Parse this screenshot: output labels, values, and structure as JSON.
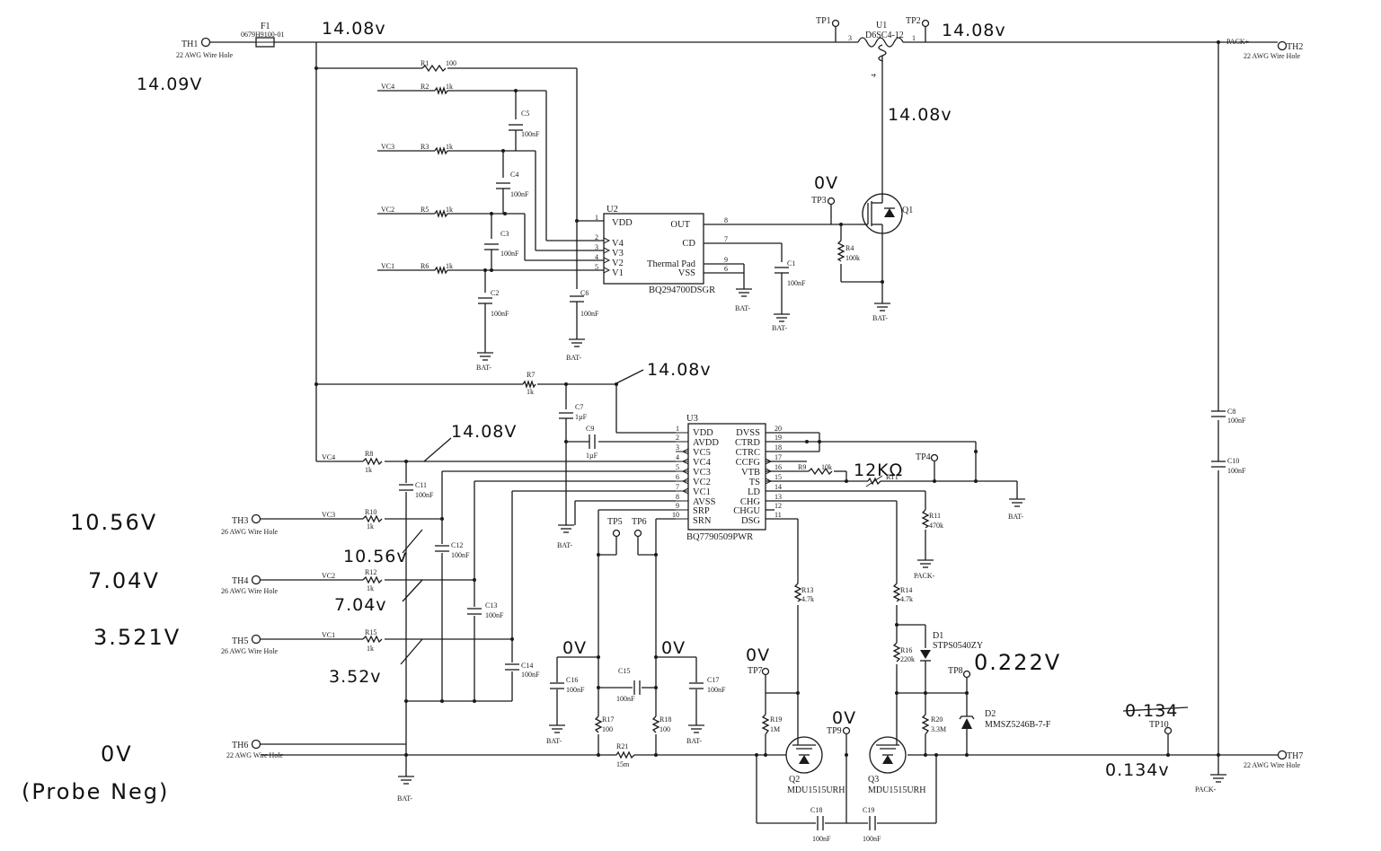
{
  "terminals": {
    "th1": {
      "ref": "TH1",
      "desc": "22 AWG Wire Hole"
    },
    "th2": {
      "ref": "TH2",
      "desc": "22 AWG Wire Hole",
      "net": "PACK+"
    },
    "th3": {
      "ref": "TH3",
      "desc": "26 AWG Wire Hole",
      "net": "VC3"
    },
    "th4": {
      "ref": "TH4",
      "desc": "26 AWG Wire Hole",
      "net": "VC2"
    },
    "th5": {
      "ref": "TH5",
      "desc": "26 AWG Wire Hole",
      "net": "VC1"
    },
    "th6": {
      "ref": "TH6",
      "desc": "22 AWG Wire Hole"
    },
    "th7": {
      "ref": "TH7",
      "desc": "22 AWG Wire Hole"
    }
  },
  "fuse": {
    "ref": "F1",
    "part": "0679H9100-01"
  },
  "u1": {
    "ref": "U1",
    "part": "D6SC4-12",
    "pin1": "1",
    "pin3": "3",
    "pin4": "4"
  },
  "u2": {
    "ref": "U2",
    "part": "BQ294700DSGR",
    "pins_left": [
      {
        "num": "1",
        "name": "VDD"
      },
      {
        "num": "2",
        "name": "V4"
      },
      {
        "num": "3",
        "name": "V3"
      },
      {
        "num": "4",
        "name": "V2"
      },
      {
        "num": "5",
        "name": "V1"
      }
    ],
    "pins_right": [
      {
        "num": "8",
        "name": "OUT"
      },
      {
        "num": "7",
        "name": "CD"
      },
      {
        "num": "9",
        "name": "Thermal Pad"
      },
      {
        "num": "6",
        "name": "VSS"
      }
    ]
  },
  "u3": {
    "ref": "U3",
    "part": "BQ7790509PWR",
    "pins_left": [
      {
        "num": "1",
        "name": "VDD"
      },
      {
        "num": "2",
        "name": "AVDD"
      },
      {
        "num": "3",
        "name": "VC5"
      },
      {
        "num": "4",
        "name": "VC4"
      },
      {
        "num": "5",
        "name": "VC3"
      },
      {
        "num": "6",
        "name": "VC2"
      },
      {
        "num": "7",
        "name": "VC1"
      },
      {
        "num": "8",
        "name": "AVSS"
      },
      {
        "num": "9",
        "name": "SRP"
      },
      {
        "num": "10",
        "name": "SRN"
      }
    ],
    "pins_right": [
      {
        "num": "20",
        "name": "DVSS"
      },
      {
        "num": "19",
        "name": "CTRD"
      },
      {
        "num": "18",
        "name": "CTRC"
      },
      {
        "num": "17",
        "name": "CCFG"
      },
      {
        "num": "16",
        "name": "VTB"
      },
      {
        "num": "15",
        "name": "TS"
      },
      {
        "num": "14",
        "name": "LD"
      },
      {
        "num": "13",
        "name": "CHG"
      },
      {
        "num": "12",
        "name": "CHGU"
      },
      {
        "num": "11",
        "name": "DSG"
      }
    ]
  },
  "nets": {
    "vc4": "VC4",
    "vc3": "VC3",
    "vc2": "VC2",
    "vc1": "VC1",
    "bat_neg": "BAT-",
    "pack_neg": "PACK-",
    "pack_pos": "PACK+"
  },
  "resistors": {
    "r1": {
      "ref": "R1",
      "value": "100"
    },
    "r2": {
      "ref": "R2",
      "value": "1k"
    },
    "r3": {
      "ref": "R3",
      "value": "1k"
    },
    "r5": {
      "ref": "R5",
      "value": "1k"
    },
    "r6": {
      "ref": "R6",
      "value": "1k"
    },
    "r4": {
      "ref": "R4",
      "value": "100k"
    },
    "r7": {
      "ref": "R7",
      "value": "1k"
    },
    "r8": {
      "ref": "R8",
      "value": "1k"
    },
    "r9": {
      "ref": "R9",
      "value": "10k"
    },
    "r10": {
      "ref": "R10",
      "value": "1k"
    },
    "r11": {
      "ref": "R11",
      "value": "470k"
    },
    "r12": {
      "ref": "R12",
      "value": "1k"
    },
    "r13": {
      "ref": "R13",
      "value": "4.7k"
    },
    "r14": {
      "ref": "R14",
      "value": "4.7k"
    },
    "r15": {
      "ref": "R15",
      "value": "1k"
    },
    "r16": {
      "ref": "R16",
      "value": "220k"
    },
    "r17": {
      "ref": "R17",
      "value": "100"
    },
    "r18": {
      "ref": "R18",
      "value": "100"
    },
    "r19": {
      "ref": "R19",
      "value": "1M"
    },
    "r20": {
      "ref": "R20",
      "value": "3.3M"
    },
    "r21": {
      "ref": "R21",
      "value": "15m"
    },
    "rt1": {
      "ref": "RT1"
    }
  },
  "capacitors": {
    "c1": {
      "ref": "C1",
      "value": "100nF"
    },
    "c2": {
      "ref": "C2",
      "value": "100nF"
    },
    "c3": {
      "ref": "C3",
      "value": "100nF"
    },
    "c4": {
      "ref": "C4",
      "value": "100nF"
    },
    "c5": {
      "ref": "C5",
      "value": "100nF"
    },
    "c6": {
      "ref": "C6",
      "value": "100nF"
    },
    "c7": {
      "ref": "C7",
      "value": "1µF"
    },
    "c8": {
      "ref": "C8",
      "value": "100nF"
    },
    "c9": {
      "ref": "C9",
      "value": "1µF"
    },
    "c10": {
      "ref": "C10",
      "value": "100nF"
    },
    "c11": {
      "ref": "C11",
      "value": "100nF"
    },
    "c12": {
      "ref": "C12",
      "value": "100nF"
    },
    "c13": {
      "ref": "C13",
      "value": "100nF"
    },
    "c14": {
      "ref": "C14",
      "value": "100nF"
    },
    "c15": {
      "ref": "C15",
      "value": "100nF"
    },
    "c16": {
      "ref": "C16",
      "value": "100nF"
    },
    "c17": {
      "ref": "C17",
      "value": "100nF"
    },
    "c18": {
      "ref": "C18",
      "value": "100nF"
    },
    "c19": {
      "ref": "C19",
      "value": "100nF"
    }
  },
  "transistors": {
    "q1": {
      "ref": "Q1"
    },
    "q2": {
      "ref": "Q2",
      "part": "MDU1515URH"
    },
    "q3": {
      "ref": "Q3",
      "part": "MDU1515URH"
    }
  },
  "diodes": {
    "d1": {
      "ref": "D1",
      "part": "STPS0540ZY"
    },
    "d2": {
      "ref": "D2",
      "part": "MMSZ5246B-7-F"
    }
  },
  "testpoints": {
    "tp1": "TP1",
    "tp2": "TP2",
    "tp3": "TP3",
    "tp4": "TP4",
    "tp5": "TP5",
    "tp6": "TP6",
    "tp7": "TP7",
    "tp8": "TP8",
    "tp9": "TP9",
    "tp10": "TP10"
  },
  "annotations": {
    "fuse_out": "14.08v",
    "u1_out": "14.08v",
    "th1_in": "14.09V",
    "u1_pin4": "14.08v",
    "tp3": "0V",
    "u3_vdd": "14.08v",
    "u3_vc4": "14.08V",
    "rt1": "12KΩ",
    "th3_left": "10.56V",
    "th3_node": "10.56v",
    "th4_left": "7.04V",
    "th4_node": "7.04v",
    "th5_left": "3.521V",
    "th5_node": "3.52v",
    "c16": "0V",
    "c17": "0V",
    "tp7": "0V",
    "tp9": "0V",
    "tp8": "0.222V",
    "tp10_struck": "0.134",
    "tp10_new": "0.134v",
    "th6_a": "0V",
    "th6_b": "(Probe Neg)"
  }
}
